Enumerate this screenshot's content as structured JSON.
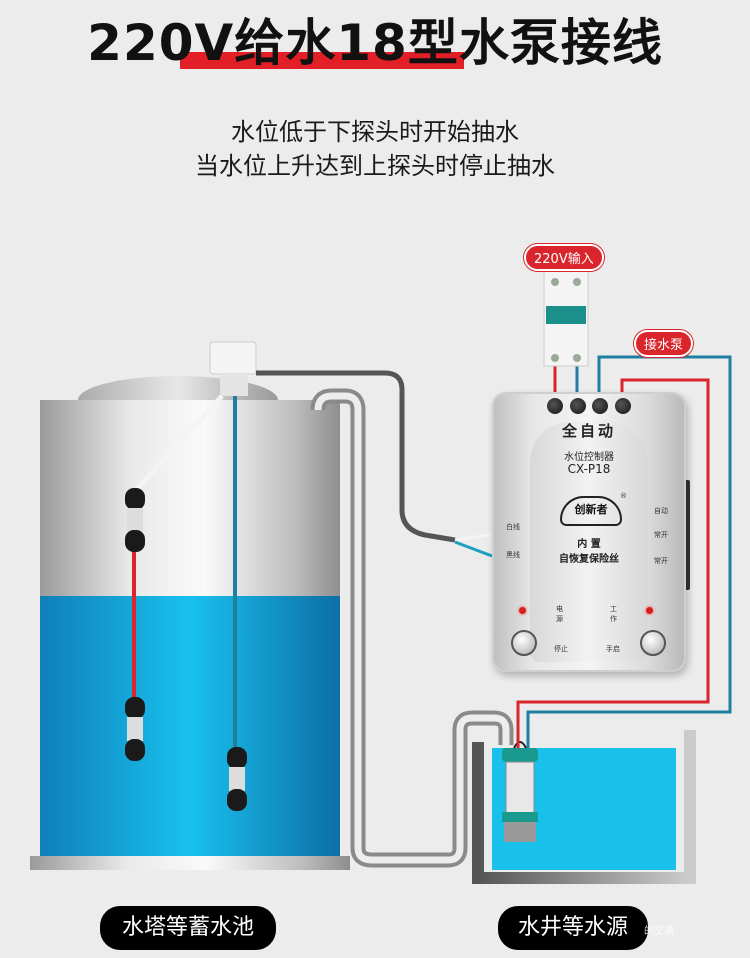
{
  "header": {
    "title": "220V给水18型水泵接线",
    "accent_color": "#e21f26"
  },
  "description": {
    "line1": "水位低于下探头时开始抽水",
    "line2": "当水位上升达到上探头时停止抽水"
  },
  "labels": {
    "power_input": "220V输入",
    "pump_connection": "接水泵",
    "tank_caption": "水塔等蓄水池",
    "source_caption": "水井等水源",
    "watermark": "的交通"
  },
  "controller": {
    "mode": "全自动",
    "name": "水位控制器",
    "model": "CX-P18",
    "brand": "创新者",
    "registered_mark": "®",
    "feature_line1": "内 置",
    "feature_line2": "自恢复保险丝",
    "left_wire1": "白线",
    "left_wire2": "黑线",
    "right_label1": "自动",
    "right_label2": "常开",
    "right_label3": "常开",
    "power_led_label": "电源",
    "work_led_label": "工作",
    "stop_button_label": "停止",
    "manual_button_label": "手启"
  },
  "colors": {
    "water": "#1aa6d6",
    "wire_red": "#d9252b",
    "wire_blue": "#1e7fa3",
    "background": "#ececec"
  }
}
